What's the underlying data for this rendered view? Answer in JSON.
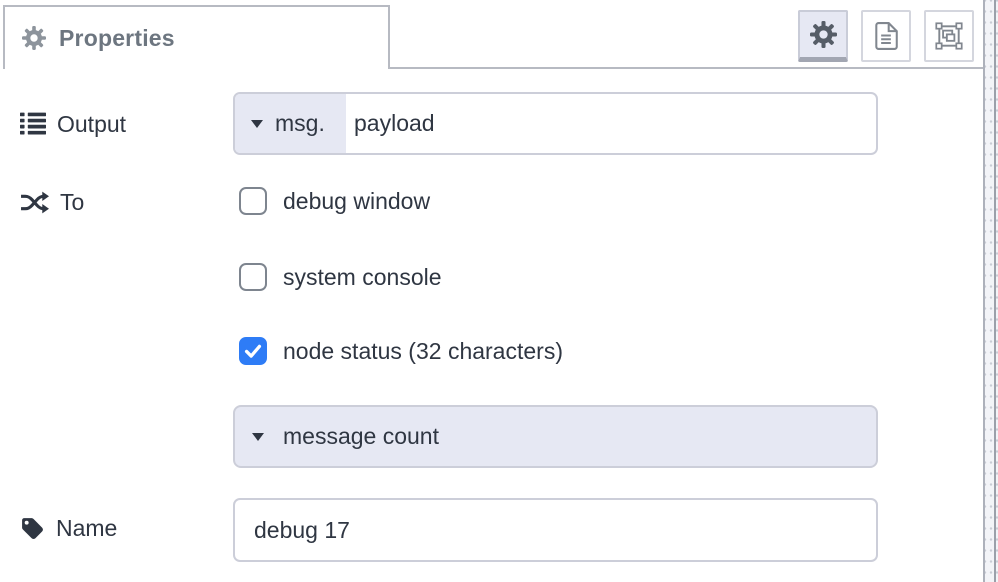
{
  "panel": {
    "tab": {
      "label": "Properties"
    },
    "toolbar": {
      "buttons": [
        {
          "name": "properties",
          "icon": "gear-icon",
          "selected": true
        },
        {
          "name": "description",
          "icon": "document-icon",
          "selected": false
        },
        {
          "name": "appearance",
          "icon": "appearance-icon",
          "selected": false
        }
      ]
    }
  },
  "form": {
    "output": {
      "label": "Output",
      "icon": "list-icon",
      "typed_input": {
        "prefix": "msg.",
        "value": "payload"
      }
    },
    "to": {
      "label": "To",
      "icon": "shuffle-icon",
      "checkboxes": [
        {
          "label": "debug window",
          "checked": false
        },
        {
          "label": "system console",
          "checked": false
        },
        {
          "label": "node status (32 characters)",
          "checked": true
        }
      ]
    },
    "status_type": {
      "value": "message count"
    },
    "name": {
      "label": "Name",
      "icon": "tag-icon",
      "value": "debug 17"
    }
  },
  "colors": {
    "accent_lavender": "#e6e8f3",
    "checkbox_blue": "#2e7cf6",
    "input_border": "#ccced9",
    "tab_border": "#b7bac2",
    "header_text": "#6d7680",
    "text": "#2f3642"
  }
}
